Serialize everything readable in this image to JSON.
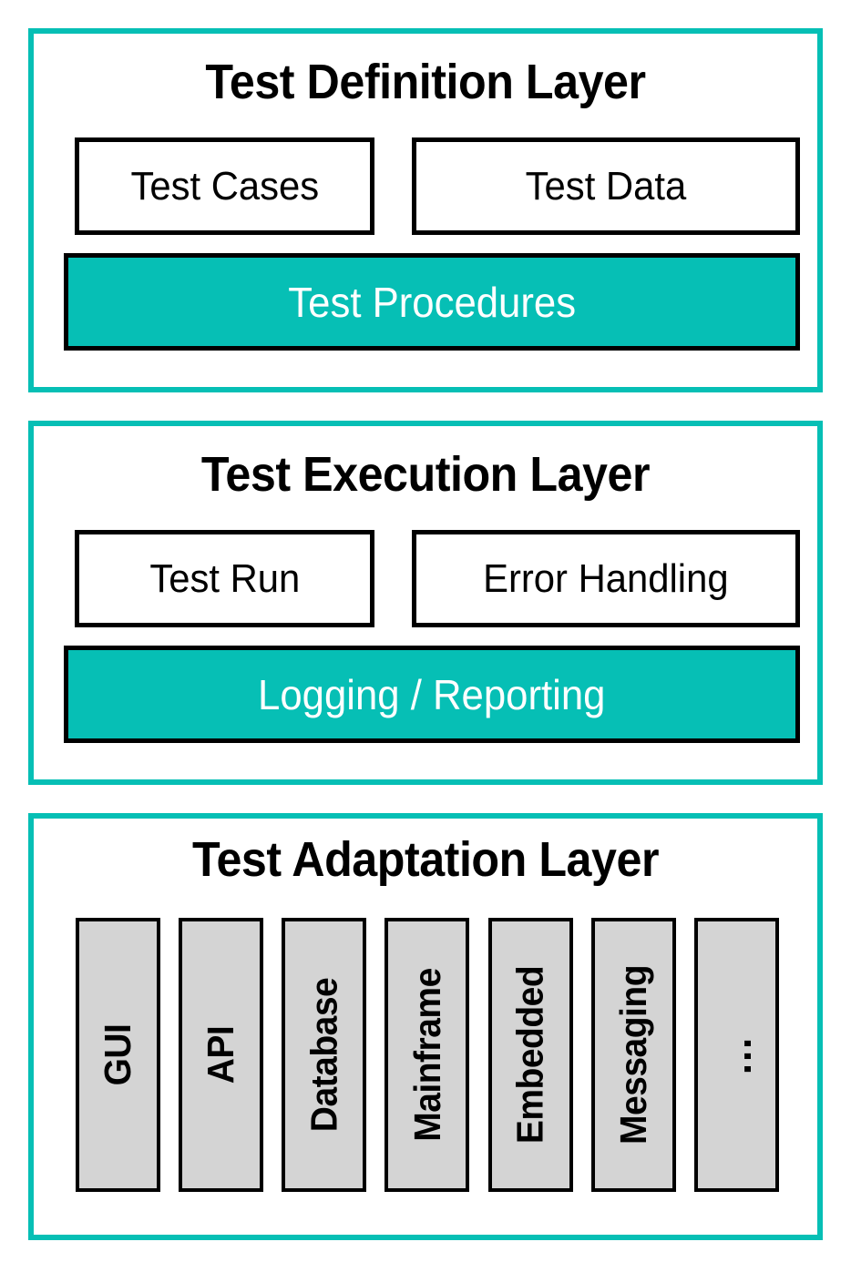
{
  "colors": {
    "accent_teal": "#06bfb5",
    "frame_teal": "#06bfb5",
    "column_gray": "#d4d4d4",
    "outline_black": "#000000",
    "background_white": "#ffffff",
    "accent_text_white": "#ffffff"
  },
  "layers": [
    {
      "title": "Test Definition Layer",
      "boxes": [
        {
          "label": "Test Cases"
        },
        {
          "label": "Test Data"
        }
      ],
      "accent_box": {
        "label": "Test Procedures"
      }
    },
    {
      "title": "Test Execution Layer",
      "boxes": [
        {
          "label": "Test Run"
        },
        {
          "label": "Error Handling"
        }
      ],
      "accent_box": {
        "label": "Logging / Reporting"
      }
    },
    {
      "title": "Test Adaptation Layer",
      "columns": [
        {
          "label": "GUI"
        },
        {
          "label": "API"
        },
        {
          "label": "Database"
        },
        {
          "label": "Mainframe"
        },
        {
          "label": "Embedded"
        },
        {
          "label": "Messaging"
        },
        {
          "label": "..."
        }
      ]
    }
  ]
}
